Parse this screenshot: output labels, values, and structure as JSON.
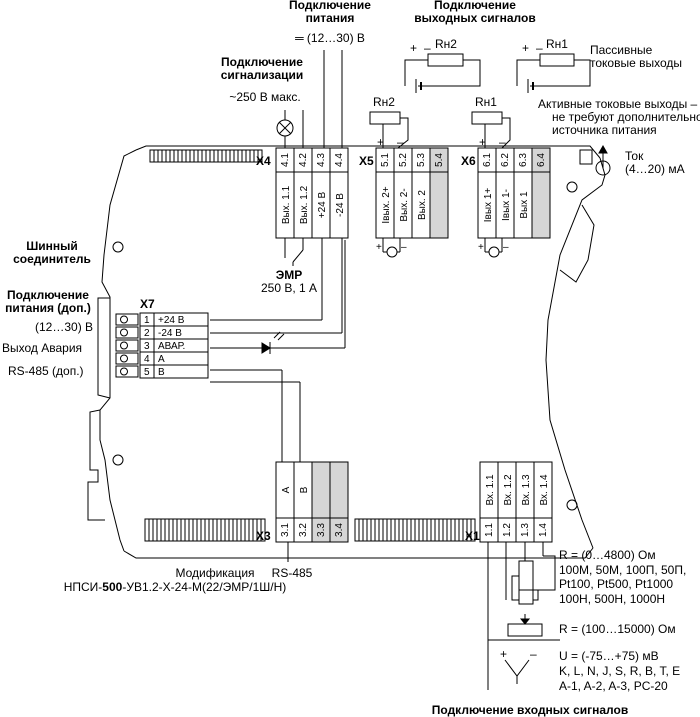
{
  "headings": {
    "power": "Подключение питания",
    "outputs": "Подключение выходных сигналов",
    "alarm": "Подключение сигнализации",
    "bus": "Шинный соединитель",
    "power_aux": "Подключение питания (доп.)",
    "inputs": "Подключение входных сигналов"
  },
  "labels": {
    "power_voltage": "═ (12…30) В",
    "alarm_voltage": "~250 В макс.",
    "passive": "Пассивные токовые выходы",
    "active": "Активные токовые выходы – не требуют дополнительного источника питания",
    "current": "Ток (4…20) мА",
    "emr_title": "ЭМР",
    "emr_rating": "250 В, 1 А",
    "aux_voltage": "(12…30) В",
    "alarm_out": "Выход Авария",
    "rs485_aux": "RS-485 (доп.)",
    "rs485": "RS-485",
    "mod_title": "Модификация",
    "mod_pre": "НПСИ-",
    "mod_bold": "500",
    "mod_post": "-УВ1.2-Х-24-М(22/ЭМР/1Ш/Н)"
  },
  "resistors": {
    "rn1": "Rн1",
    "rn2": "Rн2"
  },
  "x4": {
    "name": "X4",
    "pins": [
      "4.1",
      "4.2",
      "4.3",
      "4.4"
    ],
    "signals": [
      "Вых. 1.1",
      "Вых. 1.2",
      "+24 В",
      "-24 В"
    ]
  },
  "x5": {
    "name": "X5",
    "pins": [
      "5.1",
      "5.2",
      "5.3",
      "5.4"
    ],
    "signals": [
      "Iвых. 2+",
      "Вых. 2-",
      "Вых. 2",
      ""
    ]
  },
  "x6": {
    "name": "X6",
    "pins": [
      "6.1",
      "6.2",
      "6.3",
      "6.4"
    ],
    "signals": [
      "Iвых 1+",
      "Iвых 1-",
      "Вых 1",
      ""
    ]
  },
  "x7": {
    "name": "X7",
    "pins": [
      "1",
      "2",
      "3",
      "4",
      "5"
    ],
    "signals": [
      "+24 В",
      "-24 В",
      "АВАР.",
      "A",
      "B"
    ]
  },
  "x3": {
    "name": "X3",
    "pins": [
      "3.1",
      "3.2",
      "3.3",
      "3.4"
    ],
    "signals": [
      "A",
      "B",
      "",
      ""
    ]
  },
  "x1": {
    "name": "X1",
    "pins": [
      "1.1",
      "1.2",
      "1.3",
      "1.4"
    ],
    "signals": [
      "Вх. 1.1",
      "Вх. 1.2",
      "Вх. 1.3",
      "Вх. 1.4"
    ]
  },
  "inputs": {
    "r_range": "R = (0…4800) Ом",
    "r_list_1": "100М, 50М, 100П, 50П,",
    "r_list_2": "Pt100, Pt500, Pt1000",
    "r_list_3": "100Н, 500Н, 1000Н",
    "pot_range": "R = (100…15000) Ом",
    "u_range": "U = (-75…+75) мВ",
    "tc_list_1": "K, L, N, J, S, R, B, T, E",
    "tc_list_2": "A-1, A-2, A-3, PC-20"
  },
  "signs": {
    "plus": "+",
    "minus": "–"
  }
}
